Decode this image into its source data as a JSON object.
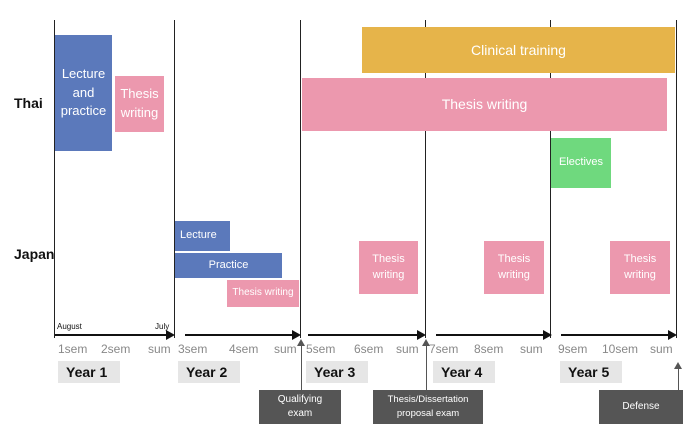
{
  "countries": {
    "thai": "Thai",
    "japan": "Japan"
  },
  "months": {
    "start": "August",
    "end": "July"
  },
  "thai_blocks": {
    "lecture": "Lecture\nand\npractice",
    "thesis_y1": "Thesis\nwriting",
    "clinical": "Clinical training",
    "thesis_long": "Thesis writing",
    "electives": "Electives"
  },
  "japan_blocks": {
    "lecture": "Lecture",
    "practice": "Practice",
    "thesis_y2": "Thesis writing",
    "thesis_y3": "Thesis\nwriting",
    "thesis_y4": "Thesis\nwriting",
    "thesis_y5": "Thesis\nwriting"
  },
  "semesters": [
    "1sem",
    "2sem",
    "sum",
    "3sem",
    "4sem",
    "sum",
    "5sem",
    "6sem",
    "sum",
    "7sem",
    "8sem",
    "sum",
    "9sem",
    "10sem",
    "sum"
  ],
  "years": [
    "Year 1",
    "Year 2",
    "Year 3",
    "Year 4",
    "Year 5"
  ],
  "milestones": {
    "qualifying": "Qualifying\nexam",
    "proposal": "Thesis/Dissertation\nproposal exam",
    "defense": "Defense"
  },
  "colors": {
    "blue": "#5b79bb",
    "pink": "#ec98ae",
    "gold": "#e6b44a",
    "green": "#6fd97e",
    "milestone": "#555555"
  }
}
